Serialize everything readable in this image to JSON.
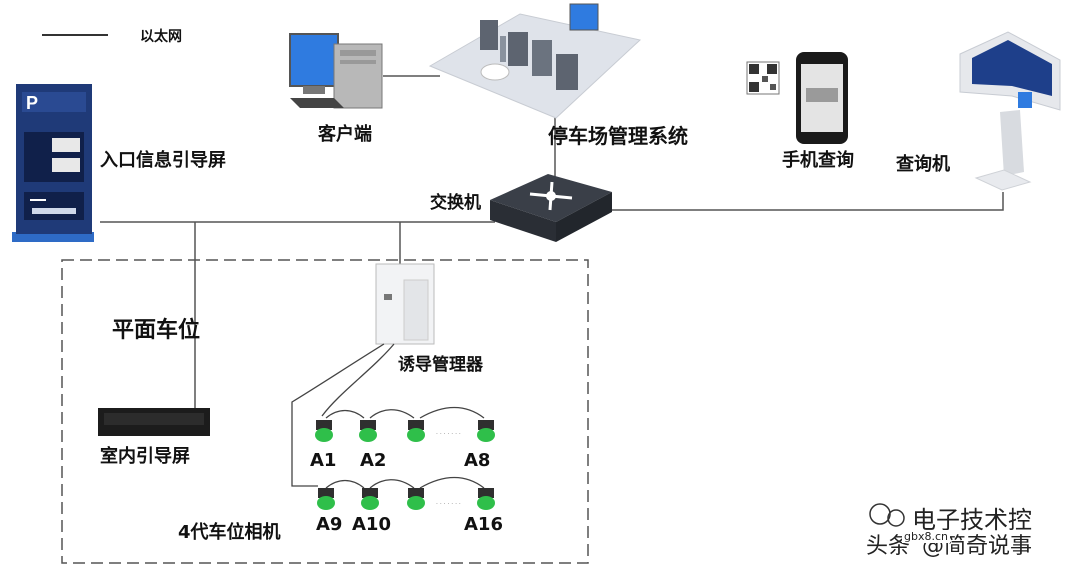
{
  "legend": {
    "ethernet_label": "以太网"
  },
  "nodes": {
    "entry_screen": {
      "label": "入口信息引导屏"
    },
    "client": {
      "label": "客户端"
    },
    "management_system": {
      "label": "停车场管理系统"
    },
    "mobile_query": {
      "label": "手机查询"
    },
    "kiosk": {
      "label": "查询机"
    },
    "switch": {
      "label": "交换机"
    },
    "indoor_screen": {
      "label": "室内引导屏"
    },
    "guidance_controller": {
      "label": "诱导管理器"
    },
    "cameras": {
      "label": "4代车位相机"
    }
  },
  "zone": {
    "label": "平面车位"
  },
  "cameras": {
    "row1": [
      "A1",
      "A2",
      "A8"
    ],
    "row2": [
      "A9",
      "A10",
      "A16"
    ]
  },
  "watermark": {
    "account": "电子技术控",
    "platform": "头条",
    "author": "@简奇说事",
    "site": "gbx8.cn"
  }
}
